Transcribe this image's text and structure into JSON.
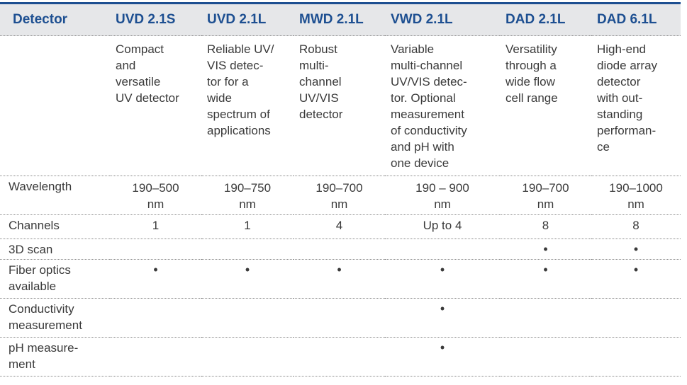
{
  "header": [
    "Detector",
    "UVD 2.1S",
    "UVD 2.1L",
    "MWD 2.1L",
    "VWD 2.1L",
    "DAD 2.1L",
    "DAD 6.1L"
  ],
  "descriptions": [
    "Compact\nand\nversatile\nUV detector",
    "Reliable UV/\nVIS detec-\ntor for a\nwide\nspectrum of\napplications",
    "Robust\nmulti-\nchannel\nUV/VIS\ndetector",
    "Variable\nmulti-channel\nUV/VIS detec-\ntor. Optional\nmeasurement\nof conductivity\nand pH with\none device",
    "Versatility\nthrough a\nwide flow\ncell range",
    "High-end\ndiode array\ndetector\nwith out-\nstanding\nperforman-\nce"
  ],
  "rows": [
    {
      "label": "Wavelength",
      "values": [
        "190–500\nnm",
        "190–750\nnm",
        "190–700\nnm",
        "190 – 900\nnm",
        "190–700\nnm",
        "190–1000\nnm"
      ]
    },
    {
      "label": "Channels",
      "values": [
        "1",
        "1",
        "4",
        "Up to 4",
        "8",
        "8"
      ]
    },
    {
      "label": "3D scan",
      "values": [
        "",
        "",
        "",
        "",
        "•",
        "•"
      ]
    },
    {
      "label": "Fiber optics\navailable",
      "values": [
        "•",
        "•",
        "•",
        "•",
        "•",
        "•"
      ]
    },
    {
      "label": "Conductivity\nmeasurement",
      "values": [
        "",
        "",
        "",
        "•",
        "",
        ""
      ]
    },
    {
      "label": "pH measure-\nment",
      "values": [
        "",
        "",
        "",
        "•",
        "",
        ""
      ]
    }
  ]
}
